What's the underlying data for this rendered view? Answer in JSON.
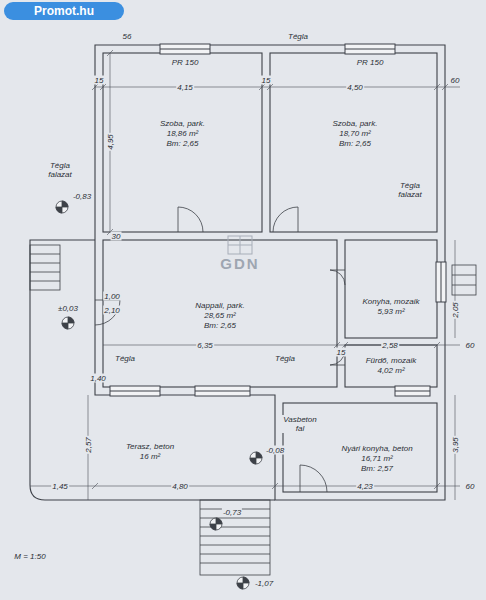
{
  "diagram": {
    "nodes": [
      {
        "text": [
          "Szoba, park.",
          "18,86 m²",
          "Bm: 2,65"
        ]
      },
      {
        "text": [
          "Szoba, park.",
          "18,70 m²",
          "Bm: 2,65"
        ]
      },
      {
        "text": [
          "Nappali, park.",
          "28,65 m²",
          "Bm: 2,65"
        ]
      },
      {
        "text": [
          "Konyha, mozaik",
          "5,93 m²"
        ]
      },
      {
        "text": [
          "Fürdő, mozaik",
          "4,02 m²"
        ]
      },
      {
        "text": [
          "Terasz, beton",
          "16 m²"
        ]
      },
      {
        "text": [
          "Nyári konyha, beton",
          "16,71 m²",
          "Bm: 2,57"
        ]
      }
    ],
    "labels": [
      "Promot.hu",
      "GDN",
      "Tégla",
      "Tégla",
      "Tégla",
      "Tégla falazat",
      "Tégla falazat",
      "Vasbeton fal",
      "4,15",
      "4,50",
      "15",
      "15",
      "60",
      "56",
      "4,95",
      "30",
      "6,35",
      "15",
      "2,58",
      "60",
      "2,57",
      "3,95",
      "1,45",
      "4,80",
      "4,23",
      "60",
      "2,05",
      "1,40",
      "1,00",
      "2,10",
      "-0,83",
      "±0,03",
      "-0,08",
      "-0,73",
      "-1,07",
      "M = 1:50",
      "PR 150",
      "PR 150"
    ]
  }
}
